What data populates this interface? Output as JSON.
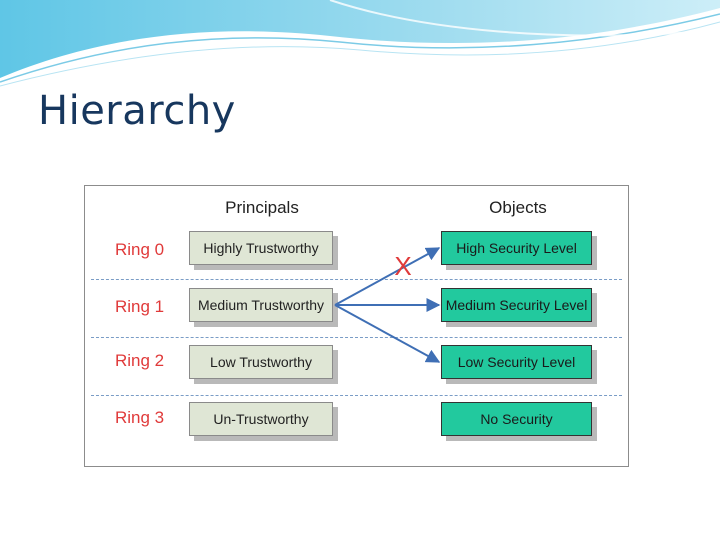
{
  "slide": {
    "title": "Hierarchy"
  },
  "diagram": {
    "headers": {
      "principals": "Principals",
      "objects": "Objects"
    },
    "rings": [
      {
        "label": "Ring 0",
        "principal": "Highly Trustworthy",
        "object": "High Security Level"
      },
      {
        "label": "Ring 1",
        "principal": "Medium Trustworthy",
        "object": "Medium Security Level"
      },
      {
        "label": "Ring 2",
        "principal": "Low Trustworthy",
        "object": "Low Security Level"
      },
      {
        "label": "Ring 3",
        "principal": "Un-Trustworthy",
        "object": "No Security"
      }
    ],
    "blocked_mark": "X",
    "colors": {
      "ring_label": "#e03a3a",
      "principal_fill": "#dfe6d5",
      "object_fill": "#22c99e",
      "arrow": "#3f6fb5",
      "blocked": "#e03a3a",
      "title": "#17375e"
    }
  }
}
